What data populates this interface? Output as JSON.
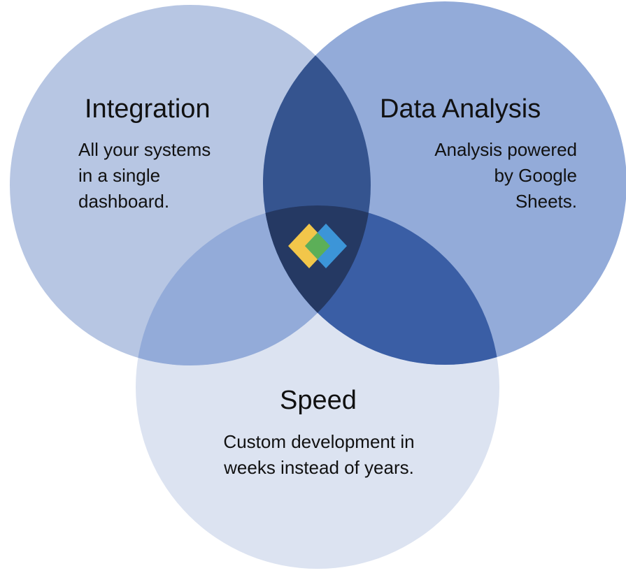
{
  "diagram": {
    "colors": {
      "integration_circle": "#b7c6e3",
      "data_analysis_circle": "#93abd9",
      "speed_circle": "#dce3f1",
      "integration_speed_overlap": "#93abd9",
      "integration_data_overlap": "#35548f",
      "data_speed_overlap": "#3a5ea5",
      "center_overlap": "#253963",
      "logo_yellow": "#f2c64a",
      "logo_blue": "#3c95d8",
      "logo_green": "#5caf58"
    },
    "integration": {
      "title": "Integration",
      "lines": [
        "All your systems",
        "in a single",
        "dashboard."
      ]
    },
    "data_analysis": {
      "title": "Data Analysis",
      "lines": [
        "Analysis powered",
        "by Google",
        "Sheets."
      ]
    },
    "speed": {
      "title": "Speed",
      "lines": [
        "Custom development in",
        "weeks instead of years."
      ]
    },
    "logo": {
      "icon": "diamond-logo-icon"
    }
  }
}
